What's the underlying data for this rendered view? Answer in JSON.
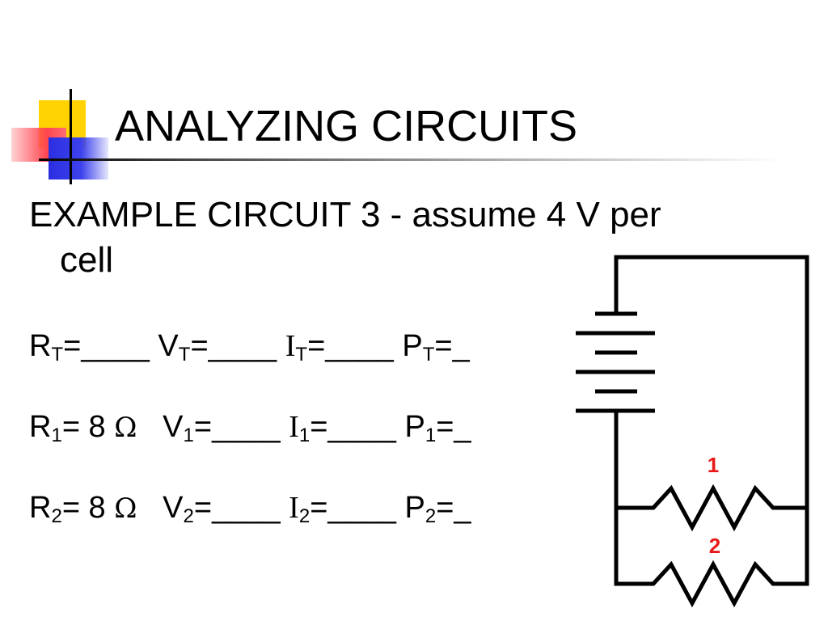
{
  "slide": {
    "title": "ANALYZING CIRCUITS",
    "example_line1": "EXAMPLE CIRCUIT 3 - assume 4 V per",
    "example_line2": "cell"
  },
  "equations": {
    "total": {
      "r_sym": "R",
      "r_sub": "T",
      "r_eq": "=____",
      "v_sym": "V",
      "v_sub": "T",
      "v_eq": "=____",
      "i_sym": "I",
      "i_sub": "T",
      "i_eq": "=____",
      "p_sym": "P",
      "p_sub": "T",
      "p_eq": "=_"
    },
    "r1": {
      "r_sym": "R",
      "r_sub": "1",
      "r_eq": "= 8",
      "unit": "Ω",
      "v_sym": "V",
      "v_sub": "1",
      "v_eq": "=____",
      "i_sym": "I",
      "i_sub": "1",
      "i_eq": "=____",
      "p_sym": "P",
      "p_sub": "1",
      "p_eq": "=_"
    },
    "r2": {
      "r_sym": "R",
      "r_sub": "2",
      "r_eq": "= 8",
      "unit": "Ω",
      "v_sym": "V",
      "v_sub": "2",
      "v_eq": "=____",
      "i_sym": "I",
      "i_sub": "2",
      "i_eq": "=____",
      "p_sym": "P",
      "p_sub": "2",
      "p_eq": "=_"
    }
  },
  "circuit": {
    "resistor_1_label": "1",
    "resistor_2_label": "2",
    "label_color": "#e81818"
  }
}
